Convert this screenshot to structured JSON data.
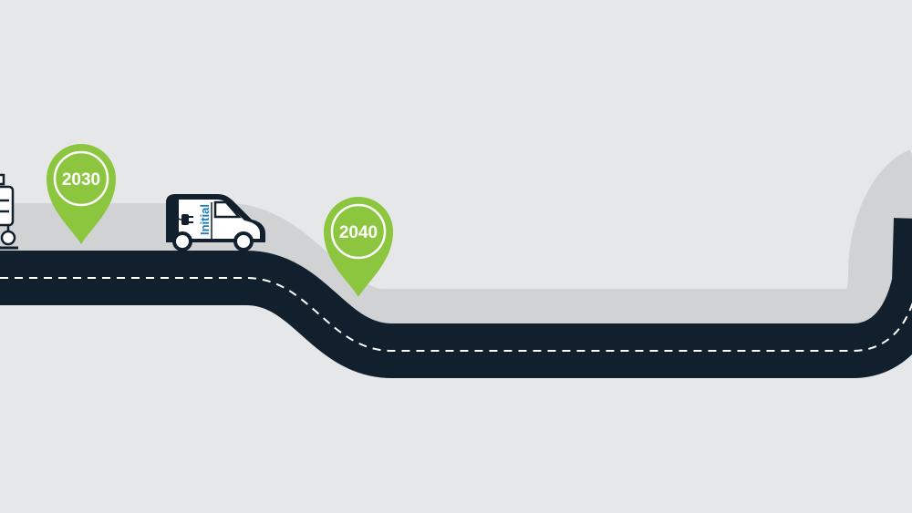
{
  "colors": {
    "background": "#e6e7e8",
    "road": "#12202d",
    "road_shadow": "#d0d2d4",
    "lane_marking": "#ffffff",
    "marker": "#8cc63f",
    "marker_ring": "#ffffff",
    "van_body": "#ffffff",
    "van_outline": "#12202d",
    "van_brand": "#1a7cc1"
  },
  "markers": [
    {
      "year": "2030",
      "icon": "map-pin-icon"
    },
    {
      "year": "2040",
      "icon": "map-pin-icon"
    }
  ],
  "vehicle": {
    "icon": "electric-van-icon",
    "brand_text": "Initial",
    "plug_icon": "ev-plug-icon"
  },
  "roadside_icon": "charging-station-icon"
}
